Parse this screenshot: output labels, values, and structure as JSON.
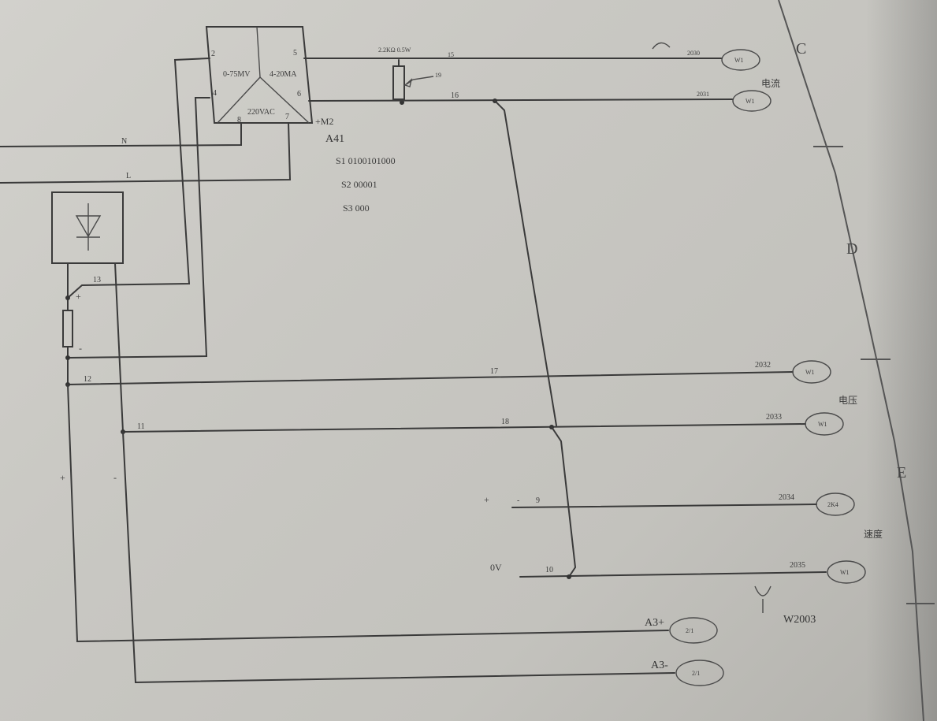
{
  "zones": [
    "C",
    "D",
    "E"
  ],
  "module": {
    "ref": "A41",
    "left_terminals": [
      "2",
      "4"
    ],
    "right_terminals": [
      "5",
      "6"
    ],
    "bottom_terminals": [
      "8",
      "7"
    ],
    "input_range": "0-75MV",
    "output_range": "4-20MA",
    "supply": "220VAC",
    "supply_tag": "+M2",
    "settings": [
      "S1  0100101000",
      "S2  00001",
      "S3  000"
    ]
  },
  "supply_lines": [
    "N",
    "L"
  ],
  "potentiometer": {
    "label": "2.2KΩ 0.5W",
    "wire_top": "15",
    "adjust_mark": "19"
  },
  "wires": {
    "top_out": "16",
    "shunt_plus": "13",
    "w12": "12",
    "w11": "11",
    "w17": "17",
    "w18": "18",
    "plus_mark": "+",
    "minus_mark": "-",
    "w9": "9",
    "w10": "10",
    "ov": "0V"
  },
  "shunt": {
    "plus": "+",
    "minus": "-",
    "bottom_plus": "+",
    "bottom_minus": "-"
  },
  "terminals": [
    {
      "wire": "2030",
      "tag": "W1"
    },
    {
      "wire": "2031",
      "tag": "W1"
    },
    {
      "wire": "2032",
      "tag": "W1"
    },
    {
      "wire": "2033",
      "tag": "W1"
    },
    {
      "wire": "2034",
      "tag": "2K4"
    },
    {
      "wire": "2035",
      "tag": "W1"
    }
  ],
  "side_notes": [
    "电流",
    "电压",
    "速度"
  ],
  "bottom_terminals": [
    {
      "label": "A3+",
      "tag": "2/1"
    },
    {
      "label": "A3-",
      "tag": "2/1"
    }
  ],
  "cable_ref": "W2003"
}
